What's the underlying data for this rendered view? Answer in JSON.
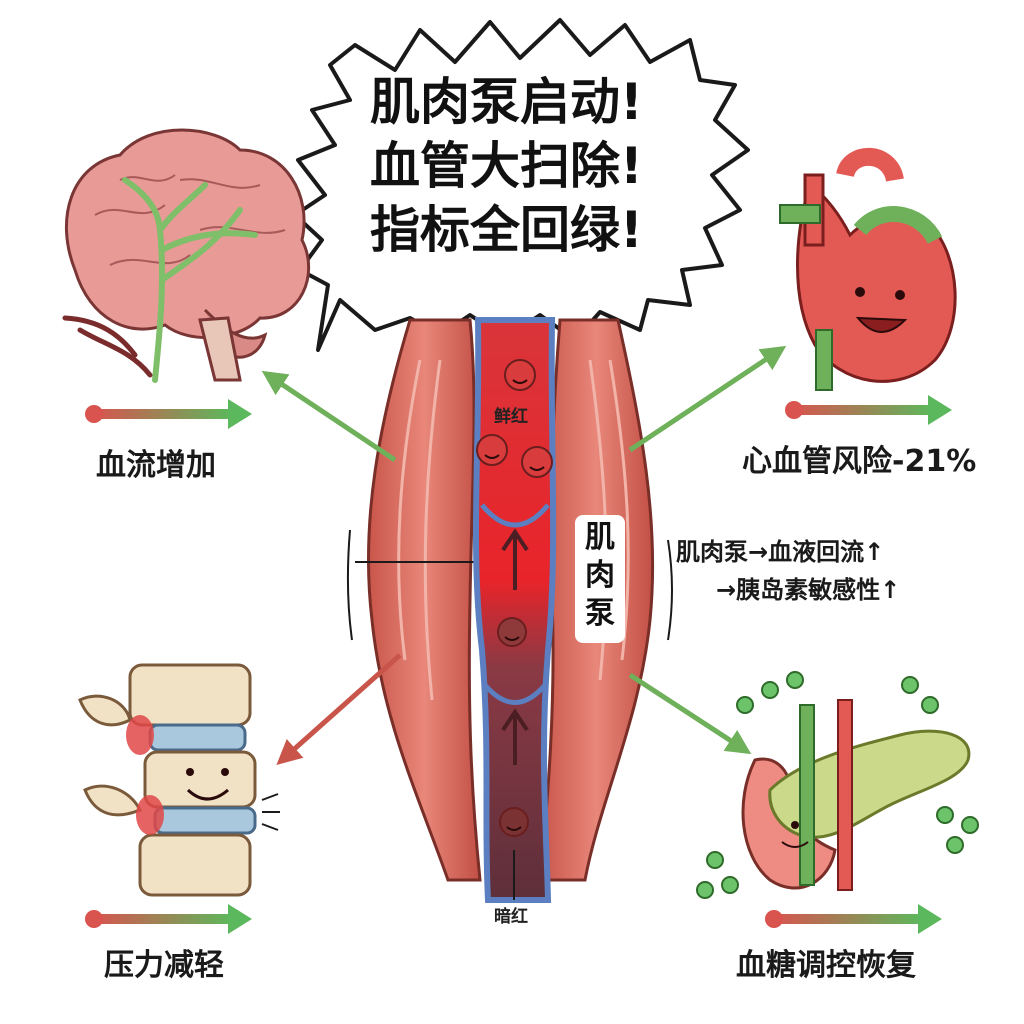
{
  "headline": {
    "line1": "肌肉泵启动!",
    "line2": "血管大扫除!",
    "line3": "指标全回绿!"
  },
  "effects": {
    "blood_flow": "血流增加",
    "cardio_risk": "心血管风险-21%",
    "pressure": "压力减轻",
    "glucose": "血糖调控恢复"
  },
  "vessel": {
    "top_tag": "鲜红",
    "bottom_tag": "暗红",
    "pump_char1": "肌",
    "pump_char2": "肉",
    "pump_char3": "泵"
  },
  "mechanism": {
    "line1": "肌肉泵→血液回流↑",
    "line2": "→胰岛素敏感性↑"
  },
  "colors": {
    "muscle": "#d9685a",
    "oxygenated_blood": "#e8242a",
    "deoxygenated_blood": "#6b3640",
    "vein_wall": "#5b7fc0",
    "indicator_start": "#d9534f",
    "indicator_end": "#5cb85c",
    "nerve_green": "#7fbf6a"
  },
  "icons": [
    "brain-icon",
    "heart-icon",
    "spine-icon",
    "pancreas-icon",
    "red-blood-cell-icon",
    "molecule-icon"
  ]
}
